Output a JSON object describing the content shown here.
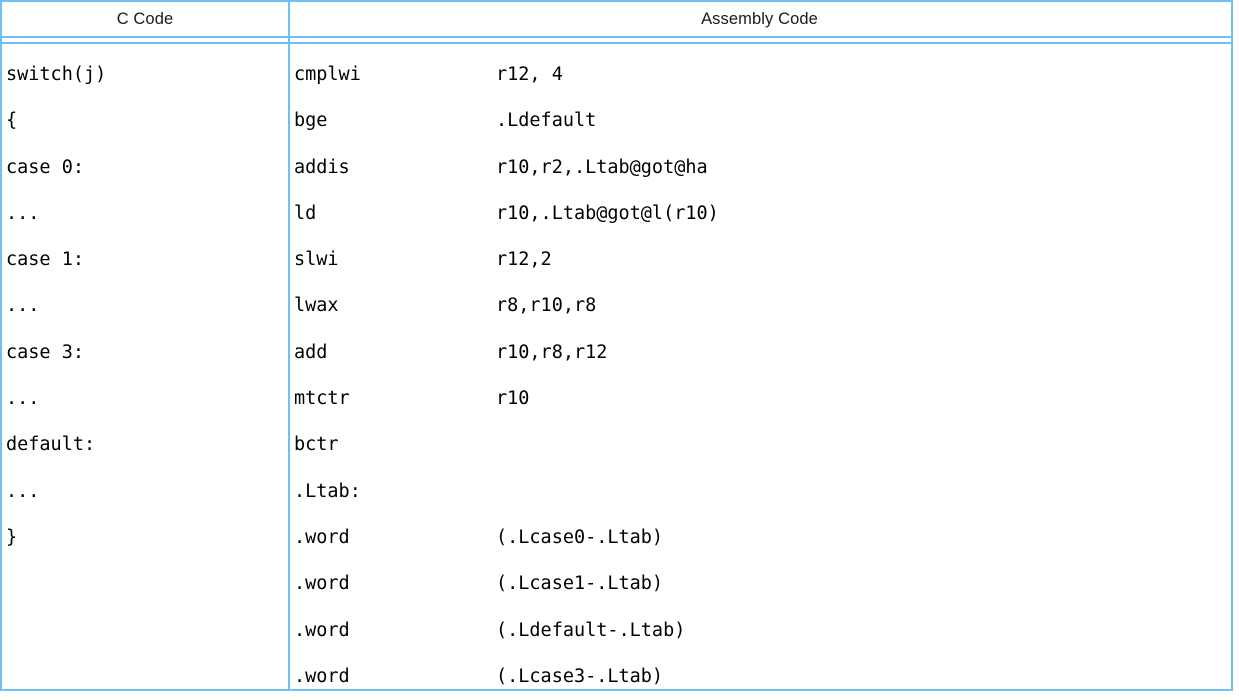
{
  "table": {
    "border_color": "#6ec1f5",
    "text_color": "#000000",
    "header": {
      "c_code": "C Code",
      "assembly_code": "Assembly Code"
    },
    "c_code_lines": [
      "switch(j)",
      "{",
      "case 0:",
      "...",
      "case 1:",
      "...",
      "case 3:",
      "...",
      "default:",
      "...",
      "}",
      "",
      "",
      ""
    ],
    "assembly_lines": [
      {
        "mnemonic": "cmplwi",
        "operand": "r12, 4"
      },
      {
        "mnemonic": "bge",
        "operand": ".Ldefault"
      },
      {
        "mnemonic": "addis",
        "operand": "r10,r2,.Ltab@got@ha"
      },
      {
        "mnemonic": "ld",
        "operand": "r10,.Ltab@got@l(r10)"
      },
      {
        "mnemonic": "slwi",
        "operand": "r12,2"
      },
      {
        "mnemonic": "lwax",
        "operand": "r8,r10,r8"
      },
      {
        "mnemonic": "add",
        "operand": "r10,r8,r12"
      },
      {
        "mnemonic": "mtctr",
        "operand": "r10"
      },
      {
        "mnemonic": "bctr",
        "operand": ""
      },
      {
        "mnemonic": ".Ltab:",
        "operand": ""
      },
      {
        "mnemonic": ".word",
        "operand": "(.Lcase0-.Ltab)"
      },
      {
        "mnemonic": ".word",
        "operand": "(.Lcase1-.Ltab)"
      },
      {
        "mnemonic": ".word",
        "operand": "(.Ldefault-.Ltab)"
      },
      {
        "mnemonic": ".word",
        "operand": "(.Lcase3-.Ltab)"
      }
    ]
  }
}
